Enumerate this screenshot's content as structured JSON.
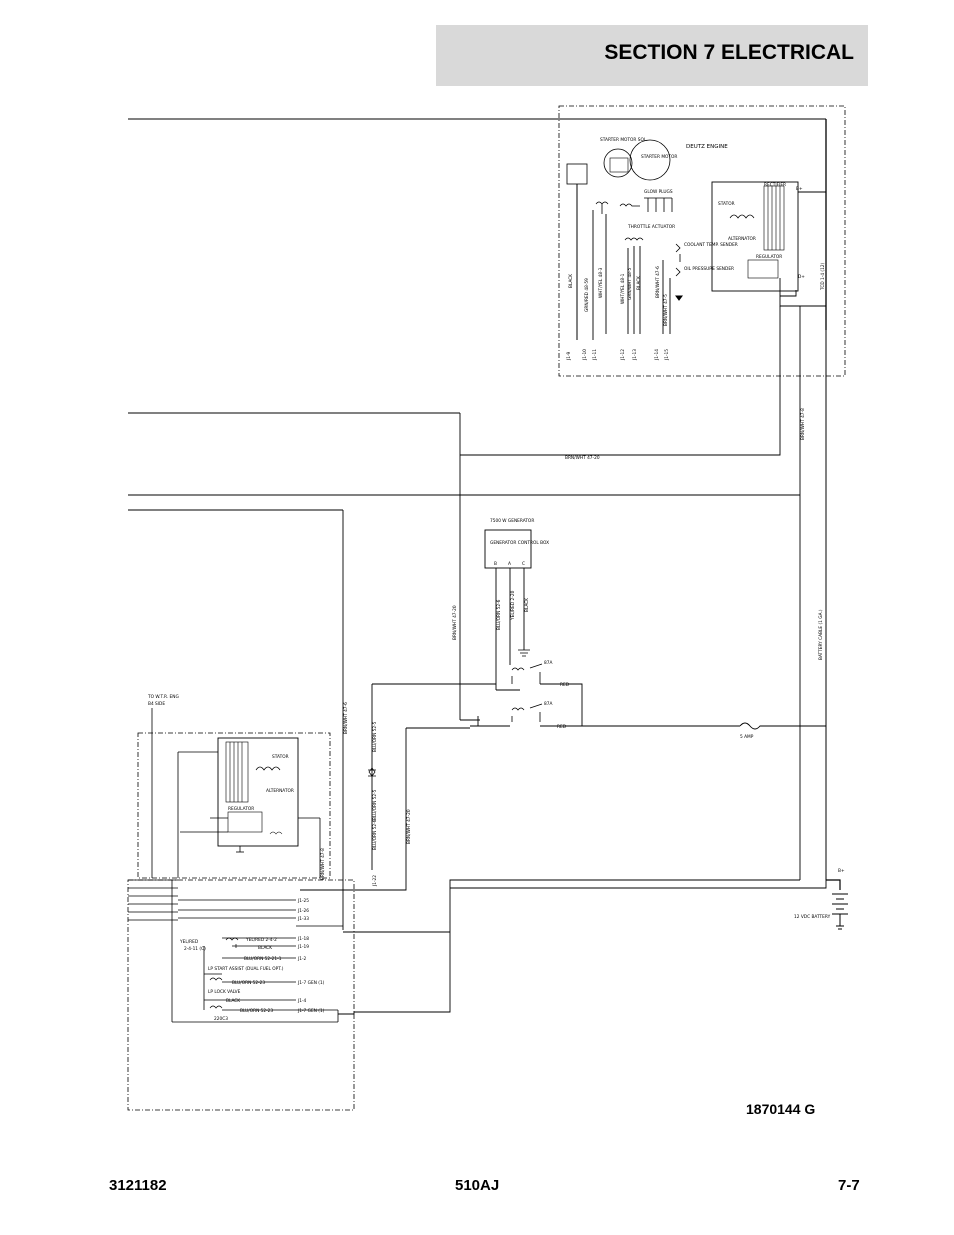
{
  "header": {
    "section_title": "SECTION 7   ELECTRICAL"
  },
  "footer": {
    "left": "3121182",
    "center": "510AJ",
    "right": "7-7"
  },
  "drawing_number": "1870144 G",
  "labels": {
    "deutz_engine": "DEUTZ ENGINE",
    "starter_motor_sol": "STARTER MOTOR SOL.",
    "starter_motor": "STARTER MOTOR",
    "glow_plugs": "GLOW PLUGS",
    "throttle_actuator": "THROTTLE ACTUATOR",
    "coolant_temp_sender": "COOLANT TEMP. SENDER",
    "oil_pressure_sender": "OIL PRESSURE SENDER",
    "rectifier": "RECTIFIER",
    "stator": "STATOR",
    "alternator": "ALTERNATOR",
    "regulator": "REGULATOR",
    "b_plus": "B+",
    "d_plus": "D+",
    "generator_title": "7500 W GENERATOR",
    "generator_box": "GENERATOR CONTROL BOX",
    "gen_b": "B",
    "gen_a": "A",
    "gen_c": "C",
    "to_wtr": "TO W.T.R. ENG",
    "b4_side": "B4 SIDE",
    "five_amp": "5 AMP",
    "battery": "12 VDC BATTERY",
    "battery_cable": "BATTERY CABLE (1 GA.)",
    "red1": "RED",
    "red2": "RED",
    "relay1": "87A",
    "relay2": "87A",
    "lp_start_assist": "LP START ASSIST (DUAL FUEL OPT.)",
    "lp_lock_valve": "LP LOCK VALVE",
    "black_a": "BLACK",
    "black_b": "BLACK",
    "yel_red_left": "YEL/RED",
    "yel_red_left_sub": "2-4-11 (C)",
    "zone": "220C3"
  },
  "wires": {
    "w_brn_wht_47_20_h": "BRN/WHT 47-20",
    "w_brn_wht_47_8_right": "BRN/WHT 47-8",
    "w_tcd": "TCD 1-4 (12)",
    "w_black_j19": "BLACK",
    "w_grn_red": "GRN/RED 48-59",
    "w_wht_yel_48_3": "WHT/YEL 48-3",
    "w_wht_yel_48_1": "WHT/YEL 48-1",
    "w_grn_wht": "GRN/WHT 48-5",
    "w_black2": "BLACK",
    "w_brn_wht_47_6": "BRN/WHT 47-6",
    "w_brn_wht_47_5": "BRN/WHT 47-5",
    "w_blu_orn_52_6": "BLU/ORN 52-6",
    "w_yel_red_2_20": "YEL/RED 2-20",
    "w_black_gen": "BLACK",
    "w_brn_wht_47_20_v": "BRN/WHT 47-20",
    "w_brn_wht_47_6_v": "BRN/WHT 47-6",
    "w_blu_orn_52_5_a": "BLU/ORN 52-5",
    "w_blu_orn_52_5_b": "BLU/ORN 52-5",
    "w_blu_orn_j122": "BLU/ORN 52-6",
    "w_j122": "J1-22",
    "w_brn_wht_47_20_v2": "BRN/WHT 47-20",
    "w_brn_wht_47_8_left": "BRN/WHT 47-8",
    "w_yel_red_242": "YEL/RED 2-4-2",
    "w_blu_orn_52_21": "BLU/ORN 52-21-1",
    "w_blu_orn_52_23a": "BLU/ORN 52-23",
    "w_blu_orn_52_23b": "BLU/ORN 52-23"
  },
  "connectors": {
    "top": [
      "J1-9",
      "J1-10",
      "J1-11",
      "J1-12",
      "J1-13",
      "J1-14",
      "J1-15"
    ],
    "lower": [
      "J1-25",
      "J1-26",
      "J1-33",
      "J1-18",
      "J1-19",
      "J1-2",
      "J1-7 GEN (1)",
      "J1-4",
      "J1-7 GEN (1)"
    ]
  }
}
